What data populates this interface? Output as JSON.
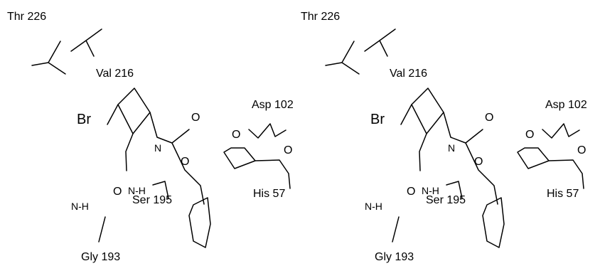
{
  "labels": {
    "thr": "Thr 226",
    "val": "Val 216",
    "asp": "Asp 102",
    "br": "Br",
    "n": "N",
    "o_carbonyl": "O",
    "o_ester": "O",
    "o_hydroxyl": "O",
    "nh_ser": "N-H",
    "nh_gly": "N-H",
    "ser": "Ser 195",
    "his": "His 57",
    "gly": "Gly 193",
    "asp_o1": "O",
    "asp_o2": "O"
  }
}
